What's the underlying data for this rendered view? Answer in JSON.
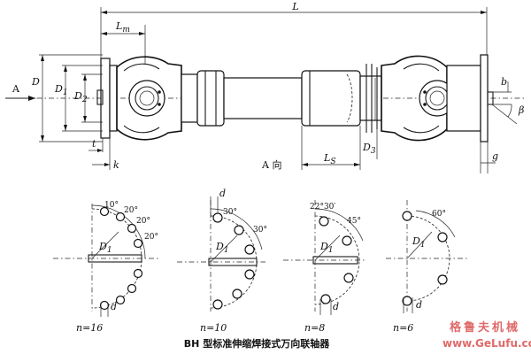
{
  "main_view": {
    "dim_L": "L",
    "dim_Lm": "L",
    "dim_Lm_sub": "m",
    "dim_Ls": "L",
    "dim_Ls_sub": "S",
    "dim_D": "D",
    "dim_D1": "D",
    "dim_D1_sub": "1",
    "dim_D2": "D",
    "dim_D2_sub": "2",
    "dim_D3": "D",
    "dim_D3_sub": "3",
    "dim_t": "t",
    "dim_k": "k",
    "dim_b": "b",
    "dim_beta": "β",
    "dim_g": "g",
    "view_arrow": "A",
    "view_label": "A 向"
  },
  "flange_views": [
    {
      "n_prefix": "n",
      "n_value": "=16",
      "angles": [
        "10°",
        "20°",
        "20°",
        "20°"
      ],
      "d_label": "d",
      "D1_label": "D",
      "D1_sub": "1"
    },
    {
      "n_prefix": "n",
      "n_value": "=10",
      "angles": [
        "30°",
        "30°"
      ],
      "d_label": "d",
      "D1_label": "D",
      "D1_sub": "1"
    },
    {
      "n_prefix": "n",
      "n_value": "=8",
      "angles": [
        "22°30′",
        "45°"
      ],
      "d_label": "d",
      "D1_label": "D",
      "D1_sub": "1"
    },
    {
      "n_prefix": "n",
      "n_value": "=6",
      "angles": [
        "60°"
      ],
      "d_label": "d",
      "D1_label": "D",
      "D1_sub": "1"
    }
  ],
  "caption": "BH 型标准伸缩焊接式万向联轴器",
  "watermark": {
    "brand": "格鲁夫机械",
    "url": "www.GeLufu.com"
  },
  "colors": {
    "line": "#1a1a1a",
    "watermark": "#e06a6a",
    "background": "#ffffff"
  }
}
